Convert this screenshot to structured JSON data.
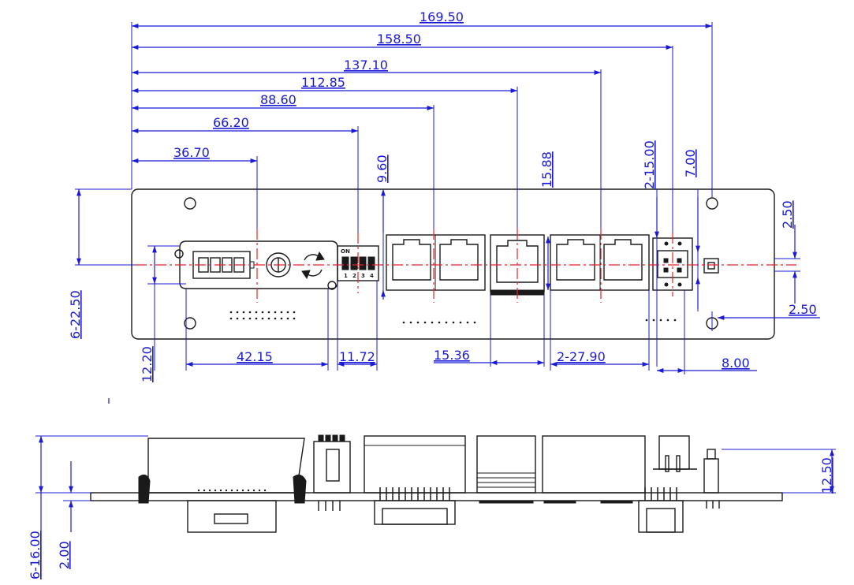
{
  "dimensions": {
    "d_169_50": "169.50",
    "d_158_50": "158.50",
    "d_137_10": "137.10",
    "d_112_85": "112.85",
    "d_88_60": "88.60",
    "d_66_20": "66.20",
    "d_36_70": "36.70",
    "d_9_60": "9.60",
    "d_15_88": "15.88",
    "d_2_15_00": "2-15.00",
    "d_7_00": "7.00",
    "d_2_50_top": "2.50",
    "d_2_50_right": "2.50",
    "d_6_22_50": "6-22.50",
    "d_12_20": "12.20",
    "d_42_15": "42.15",
    "d_11_72": "11.72",
    "d_15_36": "15.36",
    "d_2_27_90": "2-27.90",
    "d_8_00": "8.00",
    "d_6_16_00": "6-16.00",
    "d_2_00": "2.00",
    "d_12_50": "12.50"
  },
  "components": {
    "dip_switch_label": "ON",
    "dip_switch_numbers": [
      "1",
      "2",
      "3",
      "4"
    ]
  },
  "colors": {
    "dimension": "#1a1ad6",
    "centerline": "#e8232a",
    "outline": "#1a1a1a"
  }
}
